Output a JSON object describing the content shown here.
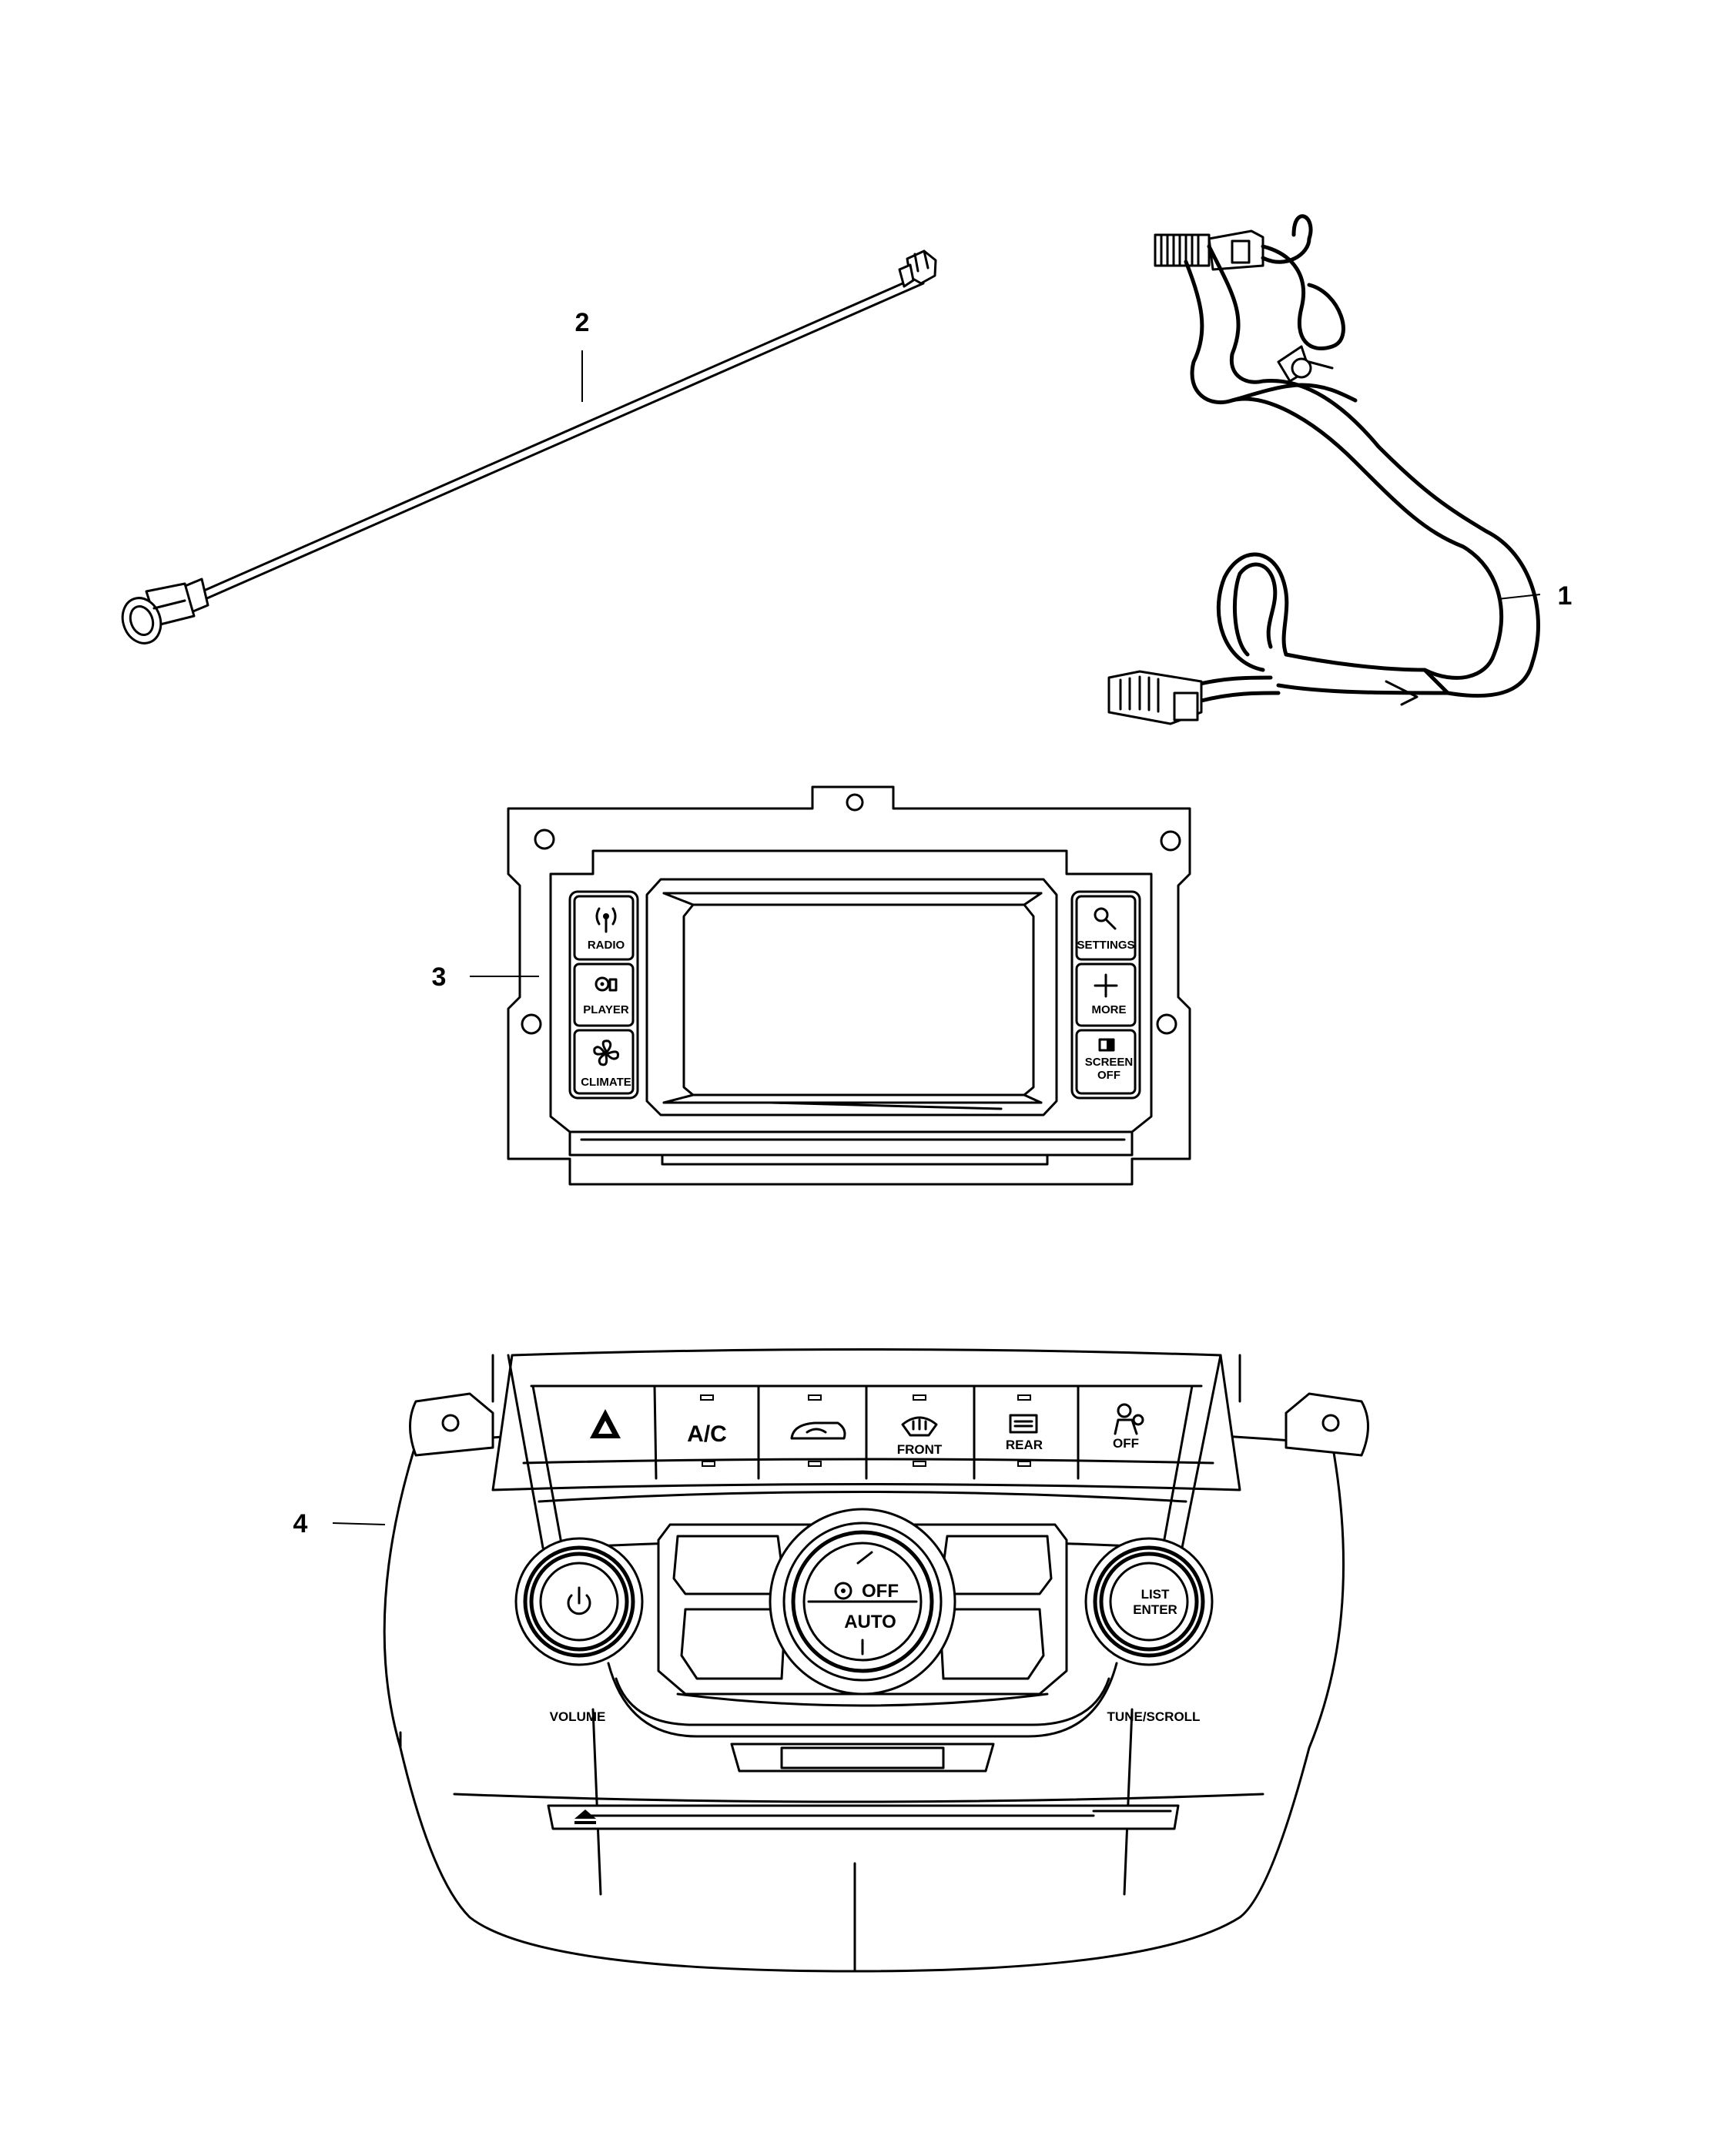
{
  "callouts": {
    "part_1": "1",
    "part_2": "2",
    "part_3": "3",
    "part_4": "4"
  },
  "display_module": {
    "left_buttons": [
      "RADIO",
      "PLAYER",
      "CLIMATE"
    ],
    "right_buttons": [
      "SETTINGS",
      "MORE",
      "SCREEN",
      "OFF"
    ]
  },
  "control_panel": {
    "top_buttons": {
      "ac": "A/C",
      "front": "FRONT",
      "rear": "REAR",
      "off": "OFF"
    },
    "center_knob": {
      "upper": "OFF",
      "lower": "AUTO"
    },
    "right_knob": {
      "line1": "LIST",
      "line2": "ENTER"
    },
    "volume_label": "VOLUME",
    "tune_label": "TUNE/SCROLL"
  },
  "icons": [
    "radio-icon",
    "player-icon",
    "fan-icon",
    "settings-wrench-icon",
    "plus-icon",
    "screen-off-icon",
    "hazard-icon",
    "recirculation-icon",
    "front-defrost-icon",
    "rear-defrost-icon",
    "airbag-icon",
    "power-icon",
    "eject-icon"
  ]
}
